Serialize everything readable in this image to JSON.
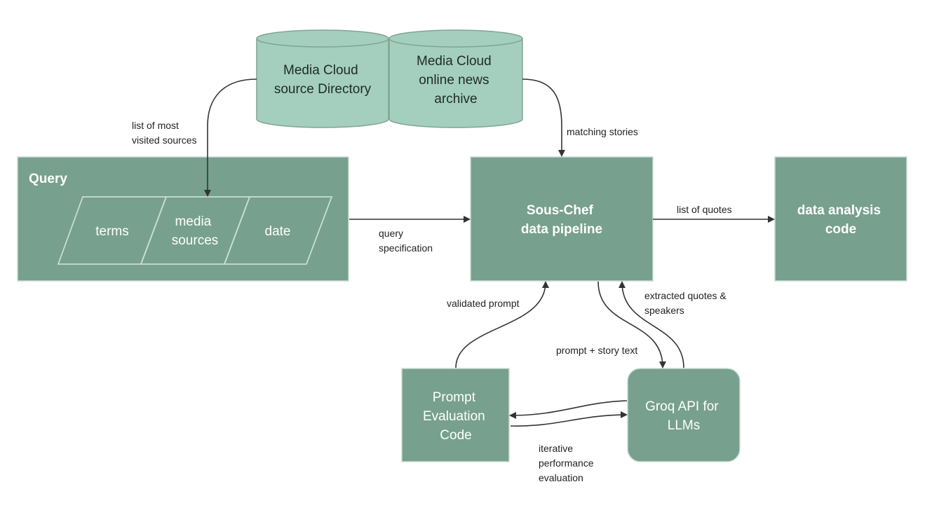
{
  "colors": {
    "box": "#77a08e",
    "box_stroke": "#c9ddd2",
    "cylinder": "#a4cfbe",
    "cylinder_stroke": "#7fa494",
    "arrow": "#333333"
  },
  "nodes": {
    "source_directory": [
      "Media Cloud",
      "source Directory"
    ],
    "news_archive": [
      "Media Cloud",
      "online news",
      "archive"
    ],
    "query_title": "Query",
    "terms": "terms",
    "media_sources": [
      "media",
      "sources"
    ],
    "date": "date",
    "pipeline": [
      "Sous-Chef",
      "data pipeline"
    ],
    "analysis": [
      "data analysis",
      "code"
    ],
    "prompt_eval": [
      "Prompt",
      "Evaluation",
      "Code"
    ],
    "groq": [
      "Groq API for",
      "LLMs"
    ]
  },
  "edges": {
    "most_visited": [
      "list of most",
      "visited sources"
    ],
    "matching_stories": "matching stories",
    "query_spec": [
      "query",
      "specification"
    ],
    "list_of_quotes": "list of quotes",
    "validated_prompt": "validated prompt",
    "extracted_quotes": [
      "extracted quotes &",
      "speakers"
    ],
    "prompt_story": "prompt + story text",
    "iterative": [
      "iterative",
      "performance",
      "evaluation"
    ]
  }
}
